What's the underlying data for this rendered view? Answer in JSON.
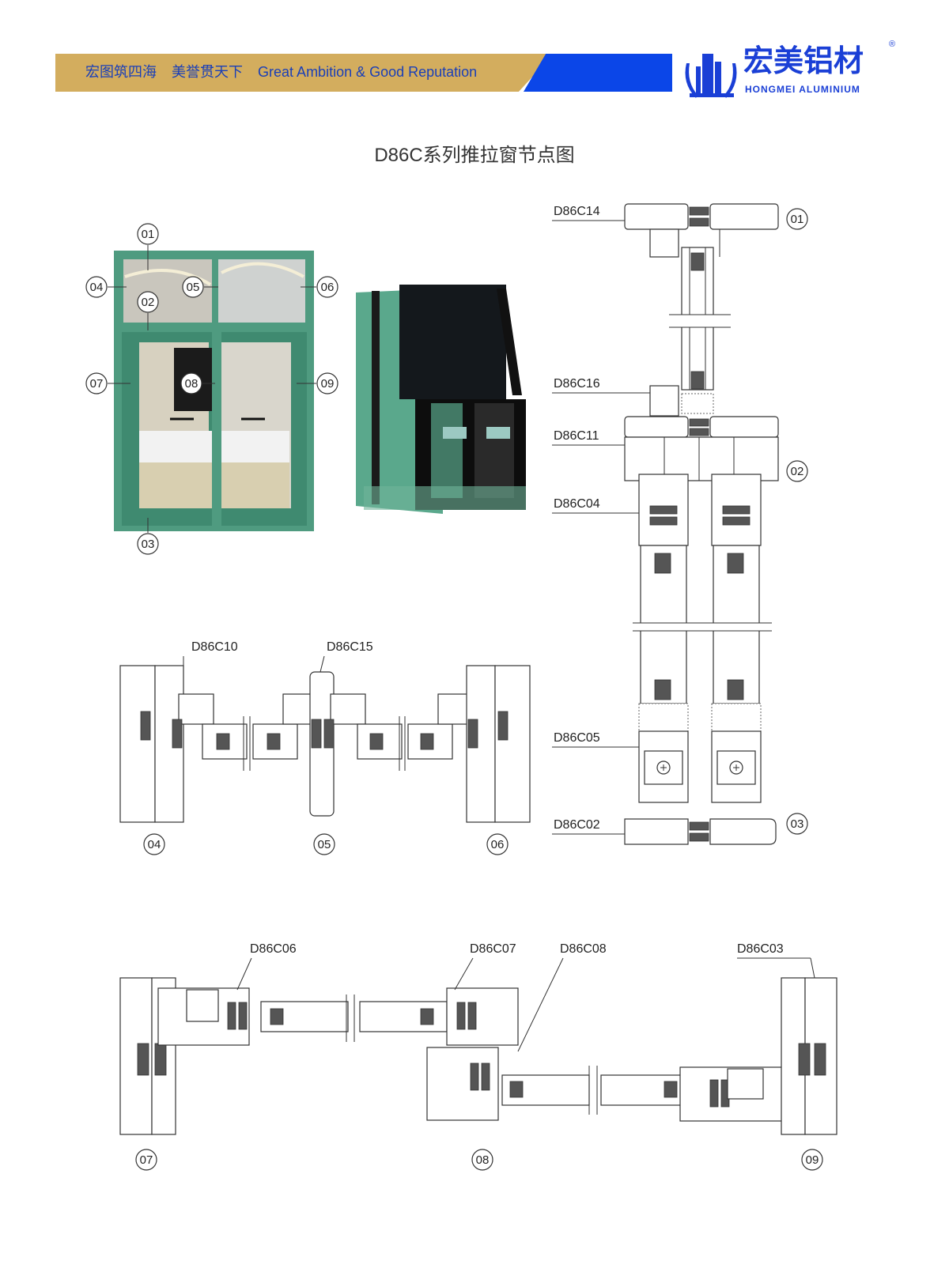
{
  "header": {
    "slogan_cn_1": "宏图筑四海",
    "slogan_cn_2": "美誉贯天下",
    "slogan_en": "Great Ambition & Good Reputation",
    "brand_cn": "宏美铝材",
    "brand_en": "HONGMEI ALUMINIUM",
    "registered_mark": "®",
    "colors": {
      "gold": "#d3ad5e",
      "blue": "#0b46e8",
      "frame_green": "#4f9b80"
    }
  },
  "title": "D86C系列推拉窗节点图",
  "window_callouts": [
    "01",
    "02",
    "03",
    "04",
    "05",
    "06",
    "07",
    "08",
    "09"
  ],
  "vertical_section": {
    "labels": [
      "D86C14",
      "D86C16",
      "D86C11",
      "D86C04",
      "D86C05",
      "D86C02"
    ],
    "callouts": [
      "01",
      "02",
      "03"
    ]
  },
  "transom_section": {
    "labels": [
      "D86C10",
      "D86C15"
    ],
    "callouts": [
      "04",
      "05",
      "06"
    ]
  },
  "sash_section": {
    "labels": [
      "D86C06",
      "D86C07",
      "D86C08",
      "D86C03"
    ],
    "callouts": [
      "07",
      "08",
      "09"
    ]
  }
}
